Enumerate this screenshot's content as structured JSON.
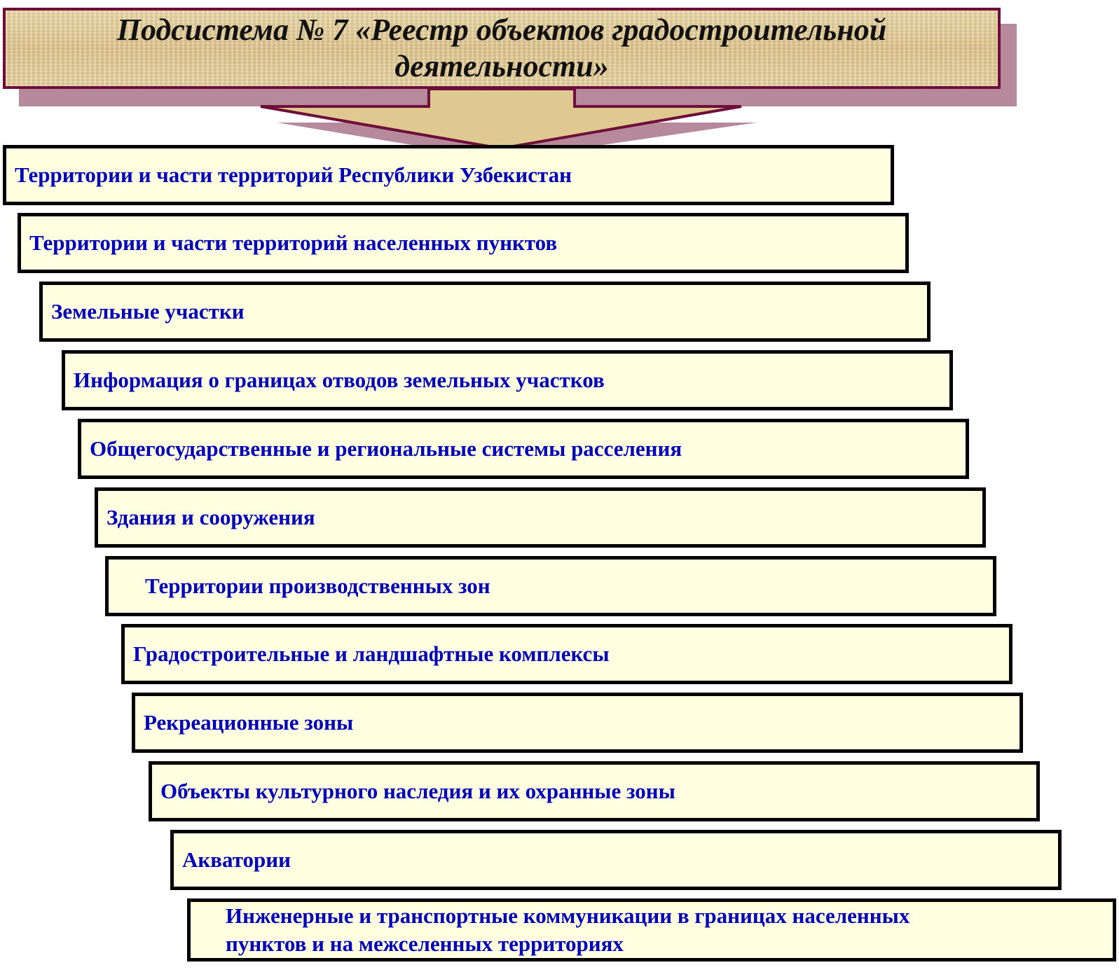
{
  "header": {
    "title": "Подсистема № 7  «Реестр объектов градостроительной деятельности»"
  },
  "colors": {
    "header_border": "#6e0f3b",
    "header_shadow": "#b68a9b",
    "item_fill": "#ffffe1",
    "item_border": "#000000",
    "item_text": "#0000b8"
  },
  "items": [
    {
      "label": "Территории и части территорий Республики Узбекистан"
    },
    {
      "label": "Территории и части территорий населенных пунктов"
    },
    {
      "label": "Земельные участки"
    },
    {
      "label": "Информация о границах отводов земельных участков"
    },
    {
      "label": "Общегосударственные и региональные системы расселения"
    },
    {
      "label": "Здания и сооружения"
    },
    {
      "label": "Территории производственных зон"
    },
    {
      "label": "Градостроительные и ландшафтные комплексы"
    },
    {
      "label": "Рекреационные зоны"
    },
    {
      "label": "Объекты культурного наследия и их охранные зоны"
    },
    {
      "label": "Акватории"
    },
    {
      "label": "Инженерные и транспортные коммуникации в границах населенных пунктов и на межселенных территориях"
    }
  ]
}
